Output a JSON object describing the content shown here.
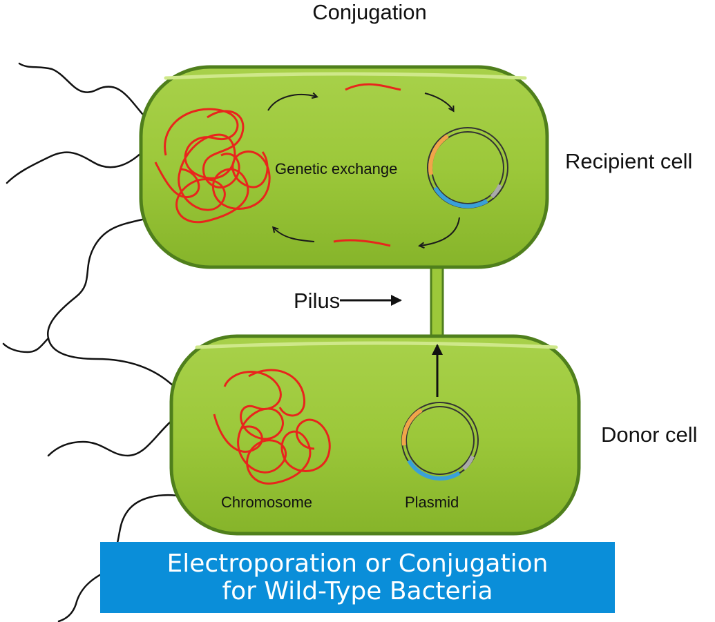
{
  "diagram": {
    "title": "Conjugation",
    "recipient_label": "Recipient cell",
    "donor_label": "Donor cell",
    "pilus_label": "Pilus",
    "exchange_label": "Genetic exchange",
    "chromosome_label": "Chromosome",
    "plasmid_label": "Plasmid"
  },
  "banner": {
    "line1": "Electroporation or Conjugation",
    "line2": "for Wild-Type Bacteria"
  },
  "colors": {
    "cell_fill": "#9cc83a",
    "cell_outline": "#4f7f1c",
    "dna": "#e8251c",
    "plasmid_orange": "#f0a54a",
    "plasmid_blue": "#3aa0d8",
    "banner": "#0a8ed9"
  }
}
